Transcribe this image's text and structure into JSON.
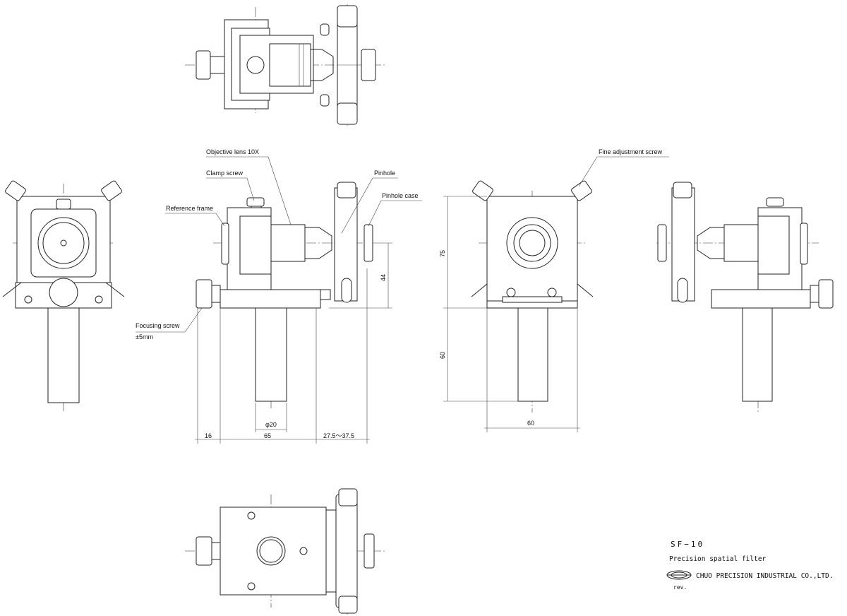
{
  "title_block": {
    "model": "SF−10",
    "description": "Precision spatial filter",
    "company": "CHUO PRECISION INDUSTRIAL CO.,LTD.",
    "revision": "rev."
  },
  "callouts": {
    "objective_lens": "Objective lens 10X",
    "clamp_screw": "Clamp screw",
    "reference_frame": "Reference frame",
    "pinhole": "Pinhole",
    "pinhole_case": "Pinhole case",
    "focusing_screw": "Focusing screw",
    "focusing_range": "±5mm",
    "fine_adjustment_screw": "Fine adjustment screw"
  },
  "dimensions": {
    "d16": "16",
    "d65": "65",
    "d27_37": "27.5～37.5",
    "phi20": "φ20",
    "d44": "44",
    "d75": "75",
    "d60_v": "60",
    "d60_h": "60"
  }
}
